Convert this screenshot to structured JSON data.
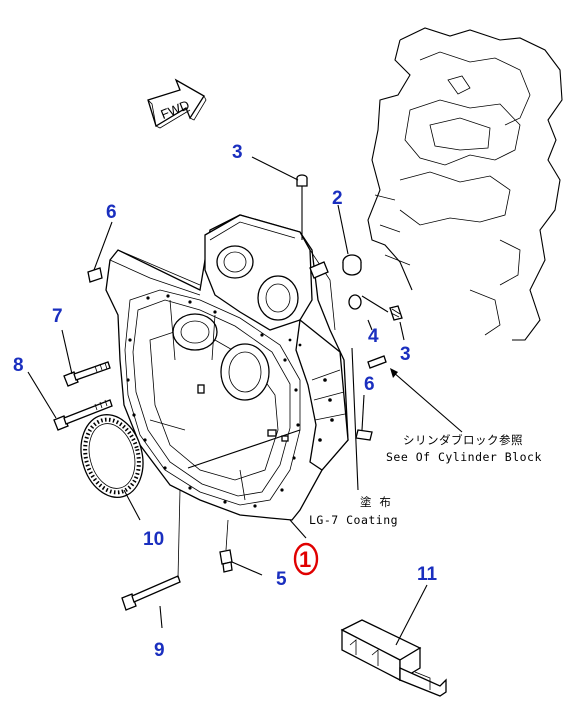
{
  "fwd_label": "FWD",
  "callouts": {
    "c1": "1",
    "c2": "2",
    "c3a": "3",
    "c3b": "3",
    "c4": "4",
    "c5": "5",
    "c6a": "6",
    "c6b": "6",
    "c7": "7",
    "c8": "8",
    "c9": "9",
    "c10": "10",
    "c11": "11"
  },
  "notes": {
    "cylinder_jp": "シリンダブロック参照",
    "cylinder_en": "See Of Cylinder Block",
    "coating_jp": "塗 布",
    "coating_en": "LG-7 Coating"
  },
  "colors": {
    "callout": "#1a2fbf",
    "highlight": "#e00000"
  }
}
